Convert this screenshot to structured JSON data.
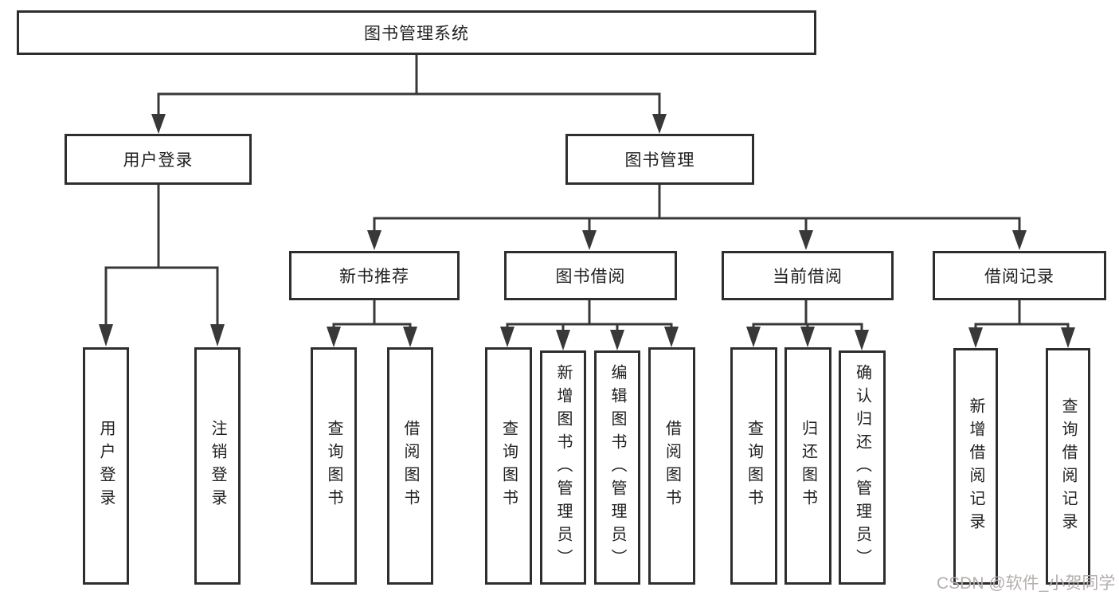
{
  "diagram": {
    "root": {
      "label": "图书管理系统"
    },
    "branches": [
      {
        "label": "用户登录",
        "leaves": [
          {
            "label": "用户登录"
          },
          {
            "label": "注销登录"
          }
        ]
      },
      {
        "label": "图书管理",
        "sections": [
          {
            "label": "新书推荐",
            "leaves": [
              {
                "label": "查询图书"
              },
              {
                "label": "借阅图书"
              }
            ]
          },
          {
            "label": "图书借阅",
            "leaves": [
              {
                "label": "查询图书"
              },
              {
                "label": "新增图书（管理员）"
              },
              {
                "label": "编辑图书（管理员）"
              },
              {
                "label": "借阅图书"
              }
            ]
          },
          {
            "label": "当前借阅",
            "leaves": [
              {
                "label": "查询图书"
              },
              {
                "label": "归还图书"
              },
              {
                "label": "确认归还（管理员）"
              }
            ]
          },
          {
            "label": "借阅记录",
            "leaves": [
              {
                "label": "新增借阅记录"
              },
              {
                "label": "查询借阅记录"
              }
            ]
          }
        ]
      }
    ]
  },
  "watermark": {
    "text": "CSDN @软件_小贺同学"
  },
  "colors": {
    "line": "#383838",
    "box_border": "#2e2e2e",
    "text": "#1f1f1f",
    "watermark": "#b4aeae",
    "background": "#ffffff"
  }
}
